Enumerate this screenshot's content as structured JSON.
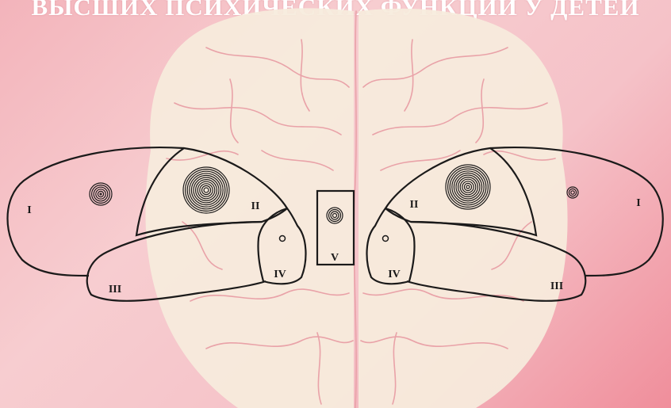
{
  "title": "ВЫСШИХ ПСИХИЧЕСКИХ ФУНКЦИЙ У ДЕТЕЙ",
  "zones": {
    "left": {
      "I": "I",
      "II": "II",
      "III": "III",
      "IV": "IV"
    },
    "center": {
      "V": "V"
    },
    "right": {
      "I": "I",
      "II": "II",
      "III": "III",
      "IV": "IV"
    }
  },
  "colors": {
    "background": "#f5c2c8",
    "brain": "#f6ecdd",
    "brain_vessels": "#e9a2a8",
    "outline": "#1b1a1a",
    "title": "#ffffff"
  }
}
